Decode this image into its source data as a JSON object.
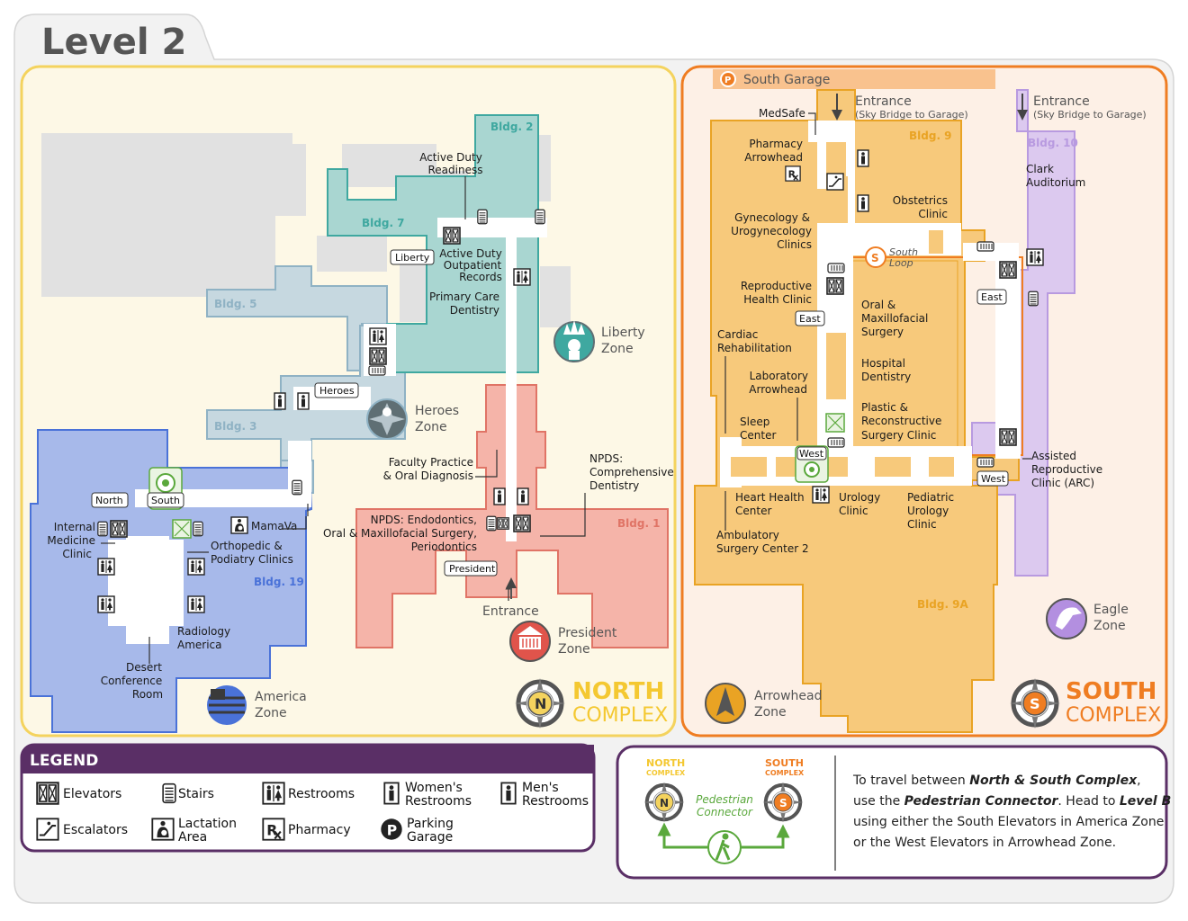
{
  "page": {
    "title": "Level 2"
  },
  "colors": {
    "north_border": "#f4d35e",
    "north_bg": "#fdf8e6",
    "south_border": "#ef7d22",
    "south_bg": "#fdf0e6",
    "america": "#a7b9ea",
    "america_stroke": "#4a72d8",
    "liberty": "#a9d6d1",
    "liberty_stroke": "#3fa8a0",
    "heroes": "#c6d8e0",
    "heroes_stroke": "#8fb2c4",
    "president": "#f5b4a9",
    "president_stroke": "#e07466",
    "arrowhead": "#f7c97b",
    "arrowhead_stroke": "#e9a324",
    "eagle": "#dcc9ef",
    "eagle_stroke": "#b89ae0",
    "legend_header": "#5a2f66"
  },
  "north": {
    "complex_line1": "NORTH",
    "complex_line2": "COMPLEX",
    "buildings": {
      "b2": "Bldg. 2",
      "b7": "Bldg. 7",
      "b5": "Bldg. 5",
      "b3": "Bldg. 3",
      "b19": "Bldg. 19",
      "b1": "Bldg. 1"
    },
    "zones": {
      "liberty": [
        "Liberty",
        "Zone"
      ],
      "heroes": [
        "Heroes",
        "Zone"
      ],
      "america": [
        "America",
        "Zone"
      ],
      "president": [
        "President",
        "Zone"
      ]
    },
    "labels": {
      "active_duty_readiness": [
        "Active Duty",
        "Readiness"
      ],
      "active_duty_outpatient": [
        "Active Duty",
        "Outpatient",
        "Records"
      ],
      "primary_care_dentistry": [
        "Primary Care",
        "Dentistry"
      ],
      "faculty_practice": [
        "Faculty Practice",
        "& Oral Diagnosis"
      ],
      "npds_comprehensive": [
        "NPDS:",
        "Comprehensive",
        "Dentistry"
      ],
      "npds_endodontics": [
        "NPDS: Endodontics,",
        "Oral & Maxillofacial Surgery,",
        "Periodontics"
      ],
      "entrance": "Entrance",
      "mamava": "MamaVa",
      "internal_medicine": [
        "Internal",
        "Medicine",
        "Clinic"
      ],
      "orthopedic": [
        "Orthopedic &",
        "Podiatry Clinics"
      ],
      "radiology": [
        "Radiology",
        "America"
      ],
      "desert_conference": [
        "Desert",
        "Conference",
        "Room"
      ]
    },
    "tags": {
      "liberty": "Liberty",
      "heroes": "Heroes",
      "president": "President",
      "north": "North",
      "south": "South"
    }
  },
  "south": {
    "complex_line1": "SOUTH",
    "complex_line2": "COMPLEX",
    "garage": "South Garage",
    "entrance1": [
      "Entrance",
      "(Sky Bridge to Garage)"
    ],
    "entrance2": [
      "Entrance",
      "(Sky Bridge to Garage)"
    ],
    "buildings": {
      "b9": "Bldg. 9",
      "b10": "Bldg. 10",
      "b9a": "Bldg. 9A"
    },
    "zones": {
      "eagle": [
        "Eagle",
        "Zone"
      ],
      "arrowhead": [
        "Arrowhead",
        "Zone"
      ]
    },
    "labels": {
      "medsafe": "MedSafe",
      "pharmacy": [
        "Pharmacy",
        "Arrowhead"
      ],
      "obstetrics": [
        "Obstetrics",
        "Clinic"
      ],
      "gynecology": [
        "Gynecology &",
        "Urogynecology",
        "Clinics"
      ],
      "south_loop": [
        "South",
        "Loop"
      ],
      "clark": [
        "Clark",
        "Auditorium"
      ],
      "reproductive": [
        "Reproductive",
        "Health Clinic"
      ],
      "oral_maxillofacial": [
        "Oral &",
        "Maxillofacial",
        "Surgery"
      ],
      "cardiac": [
        "Cardiac",
        "Rehabilitation"
      ],
      "hospital_dentistry": [
        "Hospital",
        "Dentistry"
      ],
      "laboratory": [
        "Laboratory",
        "Arrowhead"
      ],
      "plastic": [
        "Plastic &",
        "Reconstructive",
        "Surgery Clinic"
      ],
      "sleep": [
        "Sleep",
        "Center"
      ],
      "assisted": [
        "Assisted",
        "Reproductive",
        "Clinic (ARC)"
      ],
      "heart": [
        "Heart Health",
        "Center"
      ],
      "urology": [
        "Urology",
        "Clinic"
      ],
      "pediatric": [
        "Pediatric",
        "Urology",
        "Clinic"
      ],
      "ambulatory": [
        "Ambulatory",
        "Surgery Center 2"
      ]
    },
    "tags": {
      "east1": "East",
      "east2": "East",
      "west1": "West",
      "west2": "West"
    }
  },
  "legend": {
    "title": "LEGEND",
    "items": {
      "elevators": [
        "Elevators"
      ],
      "stairs": [
        "Stairs"
      ],
      "restrooms": [
        "Restrooms"
      ],
      "womens": [
        "Women's",
        "Restrooms"
      ],
      "mens": [
        "Men's",
        "Restrooms"
      ],
      "escalators": [
        "Escalators"
      ],
      "lactation": [
        "Lactation",
        "Area"
      ],
      "pharmacy": [
        "Pharmacy"
      ],
      "parking": [
        "Parking",
        "Garage"
      ]
    }
  },
  "connector": {
    "north_label": [
      "NORTH",
      "COMPLEX"
    ],
    "south_label": [
      "SOUTH",
      "COMPLEX"
    ],
    "pedestrian": [
      "Pedestrian",
      "Connector"
    ],
    "text": [
      [
        {
          "t": "To travel between ",
          "b": false
        },
        {
          "t": "North & South Complex",
          "b": true
        },
        {
          "t": ",",
          "b": false
        }
      ],
      [
        {
          "t": "use the ",
          "b": false
        },
        {
          "t": "Pedestrian Connector",
          "b": true
        },
        {
          "t": ". Head to ",
          "b": false
        },
        {
          "t": "Level B",
          "b": true
        }
      ],
      [
        {
          "t": "using either the South Elevators in America Zone",
          "b": false
        }
      ],
      [
        {
          "t": "or the West Elevators in Arrowhead Zone.",
          "b": false
        }
      ]
    ]
  }
}
